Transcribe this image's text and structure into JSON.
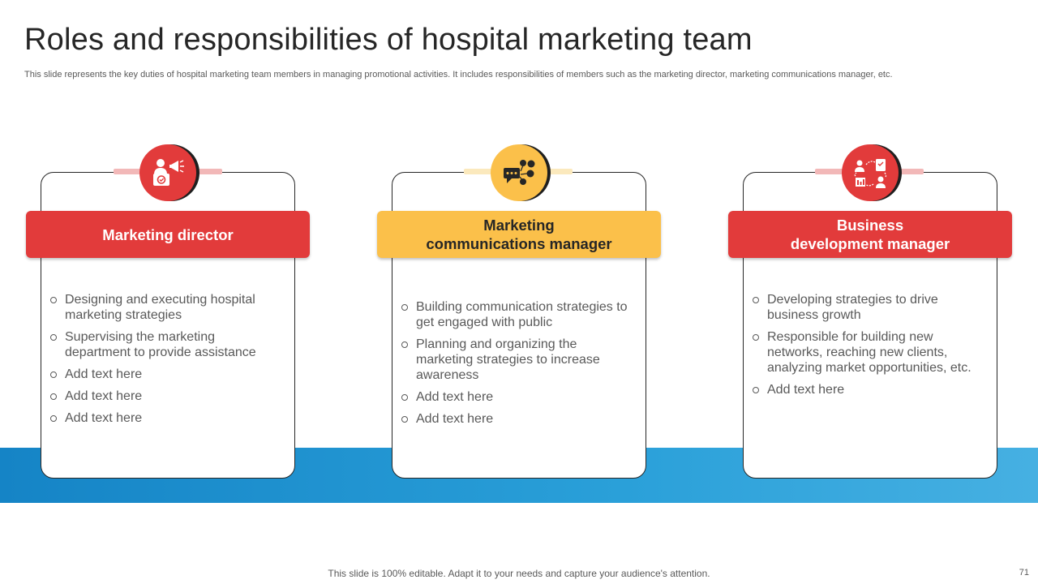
{
  "header": {
    "title": "Roles and responsibilities of hospital marketing team",
    "subtitle": "This slide represents the key duties of hospital marketing team members in managing promotional activities. It includes responsibilities of members such as the marketing director, marketing communications manager, etc."
  },
  "cards": [
    {
      "icon": "marketing-director-icon",
      "title_line1": "Marketing director",
      "title_line2": "",
      "color": "#e23b3b",
      "items": [
        "Designing and executing hospital marketing strategies",
        "Supervising the marketing department to provide assistance",
        "Add text here",
        "Add text here",
        "Add text here"
      ]
    },
    {
      "icon": "communications-icon",
      "title_line1": "Marketing",
      "title_line2": "communications manager",
      "color": "#fbc04a",
      "items": [
        "Building communication strategies to get engaged with public",
        "Planning and organizing the marketing strategies to increase awareness",
        "Add text here",
        "Add text here"
      ]
    },
    {
      "icon": "business-network-icon",
      "title_line1": "Business",
      "title_line2": "development manager",
      "color": "#e23b3b",
      "items": [
        "Developing strategies to drive business growth",
        "Responsible for building new networks, reaching new clients, analyzing market opportunities, etc.",
        "Add text here"
      ]
    }
  ],
  "band_color": "#1f8fcf",
  "footer": {
    "note": "This slide is 100% editable. Adapt it to your needs and capture your audience's attention.",
    "page_number": "71"
  }
}
